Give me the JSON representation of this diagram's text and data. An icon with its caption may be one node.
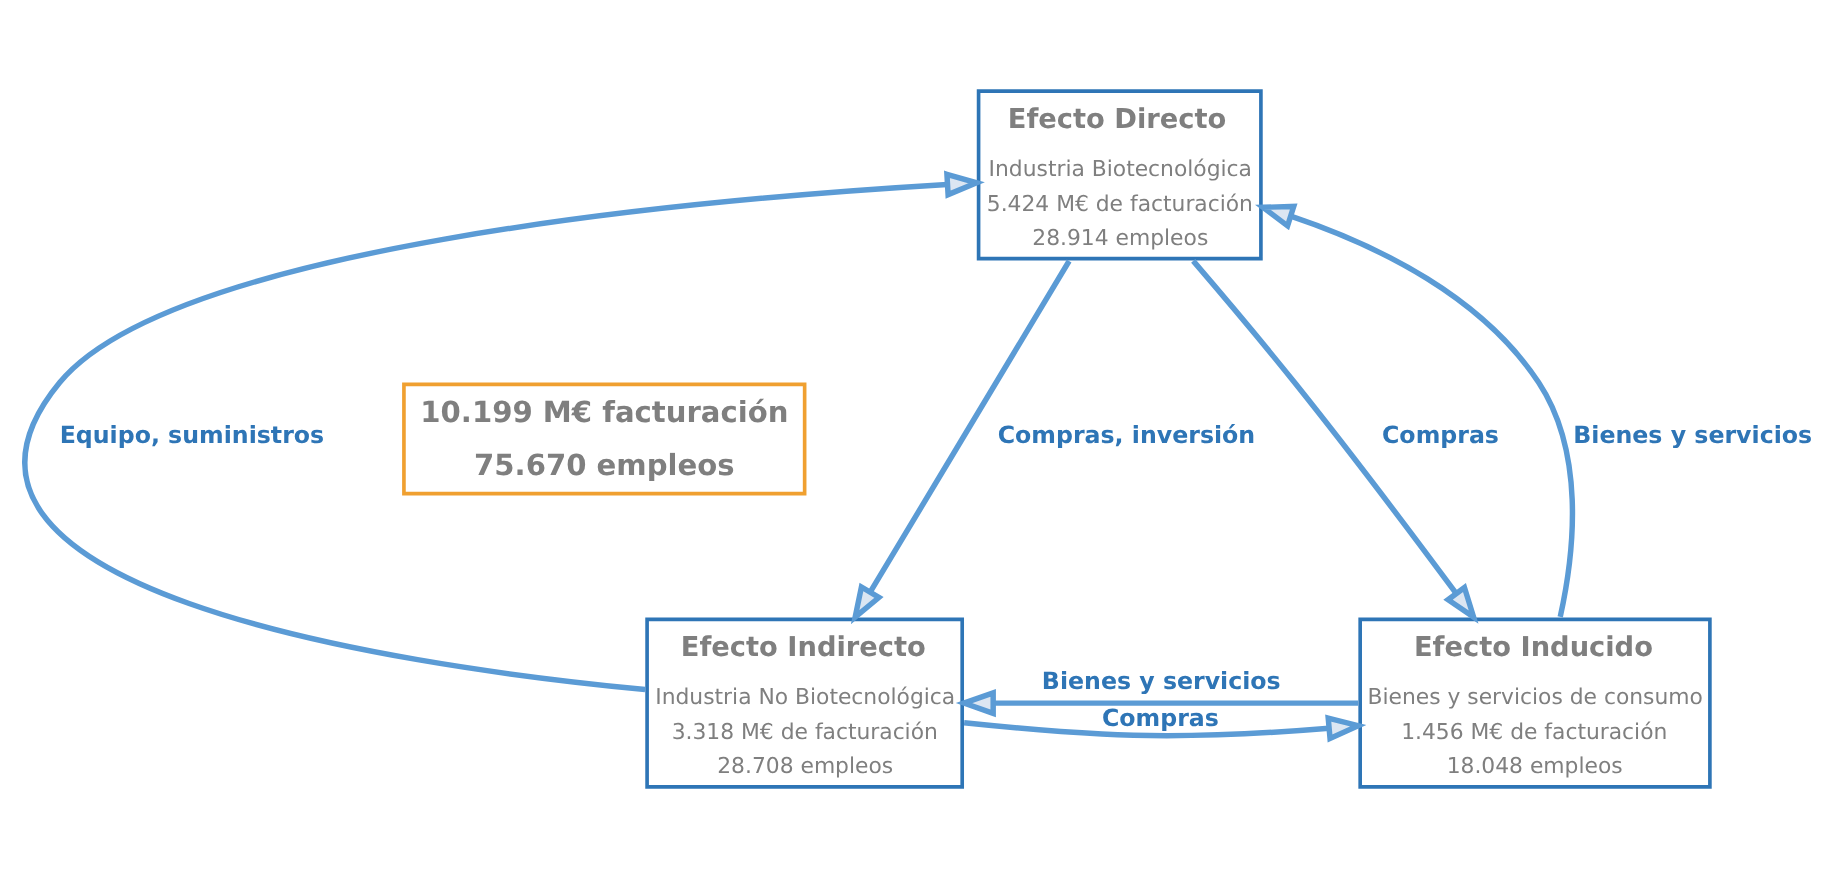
{
  "diagram": {
    "nodes": [
      {
        "text": [
          "Efecto Directo",
          "Industria Biotecnológica",
          "5.424 M€ de facturación",
          "28.914 empleos"
        ]
      },
      {
        "text": [
          "10.199 M€ facturación",
          "75.670 empleos"
        ]
      },
      {
        "text": [
          "Efecto Indirecto",
          "Industria No Biotecnológica",
          "3.318 M€ de facturación",
          "28.708 empleos"
        ]
      },
      {
        "text": [
          "Efecto Inducido",
          "Bienes y servicios de consumo",
          "1.456 M€ de facturación",
          "18.048 empleos"
        ]
      }
    ],
    "edges": [
      {
        "from": 2,
        "to": 0,
        "arrow": "to",
        "label": "Equipo, suministros"
      },
      {
        "from": 0,
        "to": 2,
        "arrow": "to",
        "label": "Compras, inversión"
      },
      {
        "from": 0,
        "to": 3,
        "arrow": "to",
        "label": "Compras"
      },
      {
        "from": 3,
        "to": 0,
        "arrow": "to",
        "label": "Bienes y servicios"
      },
      {
        "from": 2,
        "to": 3,
        "arrow": "to",
        "label": "Compras"
      },
      {
        "from": 3,
        "to": 2,
        "arrow": "to",
        "label": "Bienes y servicios"
      }
    ]
  }
}
